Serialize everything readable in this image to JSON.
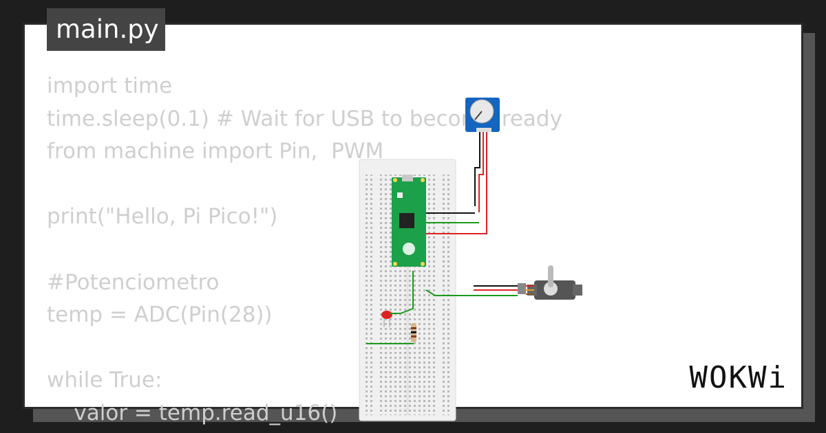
{
  "tab": {
    "filename": "main.py"
  },
  "code": {
    "lines": [
      "import time",
      "time.sleep(0.1) # Wait for USB to become ready",
      "from machine import Pin,  PWM",
      "",
      "print(\"Hello, Pi Pico!\")",
      "",
      "#Potenciometro",
      "temp = ADC(Pin(28))",
      "",
      "while True:",
      "    valor = temp.read_u16()"
    ]
  },
  "logo": {
    "text": "WOKWi"
  },
  "colors": {
    "wire_red": "#e02020",
    "wire_green": "#1a9a1a",
    "board_green": "#1ca049",
    "pot_blue": "#1565c0"
  }
}
